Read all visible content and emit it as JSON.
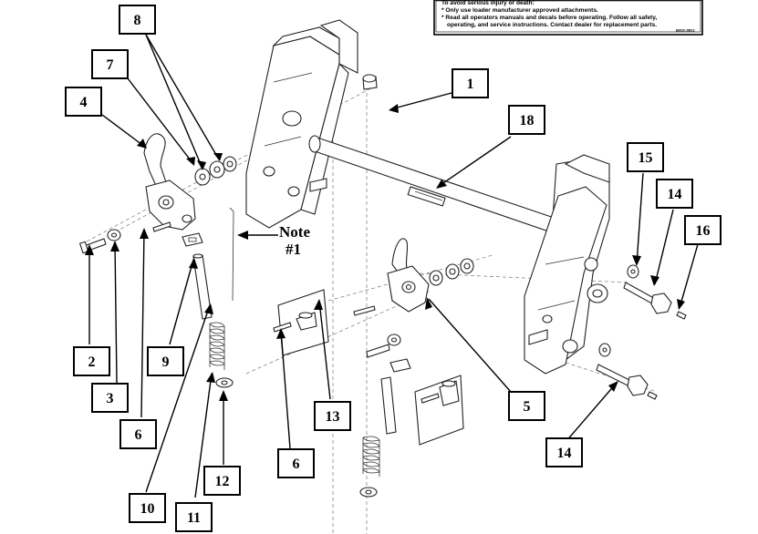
{
  "warning_label": {
    "lines": [
      "To avoid serious injury or death:",
      "* Only use loader manufacturer approved attachments.",
      "* Read all operators manuals and decals before operating. Follow all safety,",
      "operating, and service instructions. Contact dealer for replacement parts."
    ],
    "code": "MSS-3911"
  },
  "note": {
    "line1": "Note",
    "line2": "#1"
  },
  "callouts": [
    {
      "id": "c8",
      "label": "8"
    },
    {
      "id": "c7",
      "label": "7"
    },
    {
      "id": "c4",
      "label": "4"
    },
    {
      "id": "c1",
      "label": "1"
    },
    {
      "id": "c18",
      "label": "18"
    },
    {
      "id": "c15",
      "label": "15"
    },
    {
      "id": "c14a",
      "label": "14"
    },
    {
      "id": "c16",
      "label": "16"
    },
    {
      "id": "c2",
      "label": "2"
    },
    {
      "id": "c3",
      "label": "3"
    },
    {
      "id": "c6a",
      "label": "6"
    },
    {
      "id": "c9",
      "label": "9"
    },
    {
      "id": "c13",
      "label": "13"
    },
    {
      "id": "c5",
      "label": "5"
    },
    {
      "id": "c6b",
      "label": "6"
    },
    {
      "id": "c12",
      "label": "12"
    },
    {
      "id": "c14b",
      "label": "14"
    },
    {
      "id": "c10",
      "label": "10"
    },
    {
      "id": "c11",
      "label": "11"
    }
  ],
  "colors": {
    "ink": "#000000",
    "paper": "#ffffff",
    "line": "#222222"
  }
}
